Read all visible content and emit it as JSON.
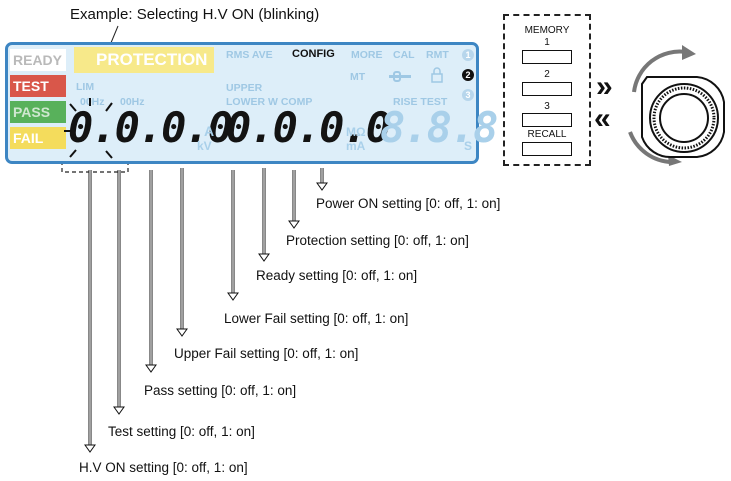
{
  "caption": "Example: Selecting H.V ON (blinking)",
  "panel": {
    "lamps": [
      "READY",
      "TEST",
      "PASS",
      "FAIL"
    ],
    "protection": "PROTECTION",
    "top_labels": [
      "RMS AVE",
      "CONFIG",
      "MORE",
      "CAL",
      "RMT"
    ],
    "mt": "MT",
    "upper": "UPPER",
    "lower_w_comp": "LOWER  W COMP",
    "rise_test": "RISE  TEST",
    "lim": "LIM",
    "hz_left": "00Hz",
    "hz_right": "00Hz",
    "digits_left": "0.0.0.0",
    "digits_mid": "0.0.0.0",
    "digits_right": "8.8.8",
    "unit_a": "A",
    "unit_kv": "kV",
    "unit_mohm": "MΩ",
    "unit_ma": "mA",
    "unit_s": "S",
    "badges": [
      "1",
      "2",
      "3"
    ]
  },
  "memory": {
    "title": "MEMORY",
    "buttons": [
      "1",
      "2",
      "3",
      "RECALL"
    ]
  },
  "arrows": {
    "right": "»",
    "left": "«"
  },
  "settings": [
    "Power ON setting  [0: off, 1: on]",
    "Protection setting  [0: off, 1: on]",
    "Ready setting  [0: off, 1: on]",
    "Lower Fail setting  [0: off, 1: on]",
    "Upper Fail setting  [0: off, 1: on]",
    "Pass setting  [0: off, 1: on]",
    "Test setting  [0: off, 1: on]",
    "H.V ON setting  [0: off, 1: on]"
  ],
  "colors": {
    "panel_bg": "#ddeef9",
    "panel_border": "#3d86c3",
    "ready_lamp": "#ffffff",
    "test_lamp": "#d9574a",
    "pass_lamp": "#58b15b",
    "fail_lamp": "#f4dc5c",
    "protection_bg": "#f7e98a"
  }
}
